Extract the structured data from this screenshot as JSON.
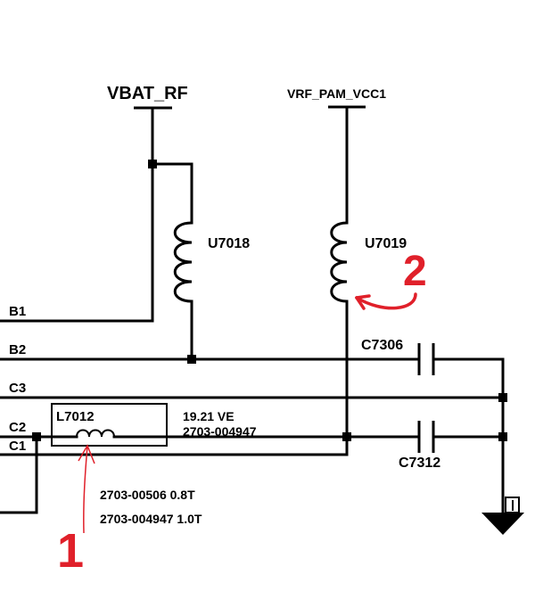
{
  "nets": {
    "vbat_rf": "VBAT_RF",
    "vrf_pam_vcc1": "VRF_PAM_VCC1",
    "b1": "B1",
    "b2": "B2",
    "c3": "C3",
    "c2": "C2",
    "c1": "C1"
  },
  "components": {
    "u7018": "U7018",
    "u7019": "U7019",
    "c7306": "C7306",
    "c7312": "C7312",
    "l7012": "L7012",
    "l7012_value": "19.21 VE",
    "l7012_part": "2703-004947"
  },
  "notes": {
    "alt_part_1": "2703-00506 0.8T",
    "alt_part_2": "2703-004947 1.0T",
    "marker_1": "1",
    "marker_2": "2"
  },
  "colors": {
    "wire": "#000000",
    "annotation": "#e0202a"
  },
  "icons": {
    "ground": "ground-symbol-icon",
    "inductor": "inductor-coil-icon",
    "capacitor": "capacitor-icon"
  }
}
